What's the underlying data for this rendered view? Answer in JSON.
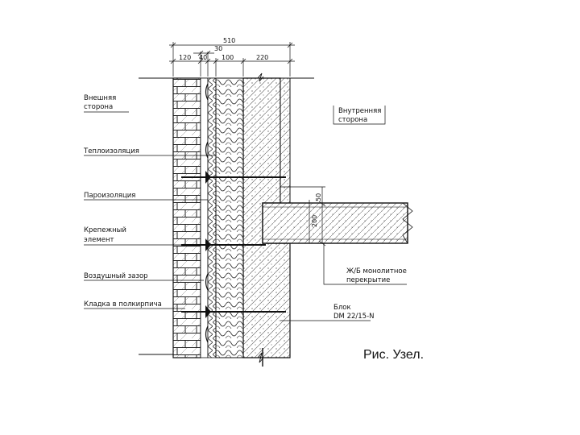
{
  "dimensions": {
    "total": "510",
    "air_gap": "30",
    "brick": "120",
    "insulation_thin": "40",
    "insulation": "100",
    "block": "220",
    "slab_offset": "50",
    "slab": "200"
  },
  "labels": {
    "outer_side": [
      "Внешняя",
      "сторона"
    ],
    "inner_side": [
      "Внутренняя",
      "сторона"
    ],
    "thermal_insulation": "Теплоизоляция",
    "vapor_barrier": "Пароизоляция",
    "fastener": [
      "Крепежный",
      "элемент"
    ],
    "air_gap": "Воздушный зазор",
    "brick_cladding": "Кладка в полкирпича",
    "slab": [
      "Ж/Б монолитное",
      "перекрытие"
    ],
    "block": [
      "Блок",
      "DM 22/15-N"
    ]
  },
  "caption": "Рис. Узел."
}
